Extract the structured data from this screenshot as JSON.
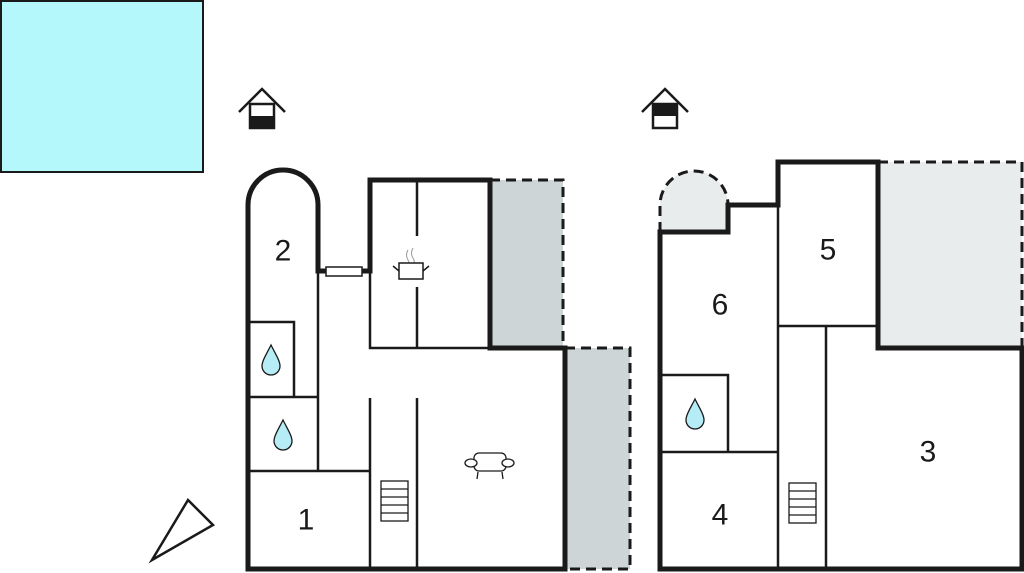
{
  "colors": {
    "pool": "#b5f8fc",
    "terrace_left": "#cdd5d6",
    "terrace_right": "#e8eced",
    "water": "#b5ecf5",
    "wall": "#1a1a1a"
  },
  "left_plan": {
    "floor_icon": "house-ground-floor-icon",
    "rooms": [
      {
        "label": "2"
      },
      {
        "label": "1"
      }
    ],
    "icons": [
      "kitchen-pot-icon",
      "water-drop-icon",
      "water-drop-icon",
      "sofa-icon",
      "stairs-icon",
      "door-icon"
    ]
  },
  "right_plan": {
    "floor_icon": "house-upper-floor-icon",
    "rooms": [
      {
        "label": "6"
      },
      {
        "label": "5"
      },
      {
        "label": "4"
      },
      {
        "label": "3"
      }
    ],
    "icons": [
      "water-drop-icon",
      "stairs-icon"
    ]
  },
  "compass": "north-arrow-icon",
  "pool": "pool-area"
}
